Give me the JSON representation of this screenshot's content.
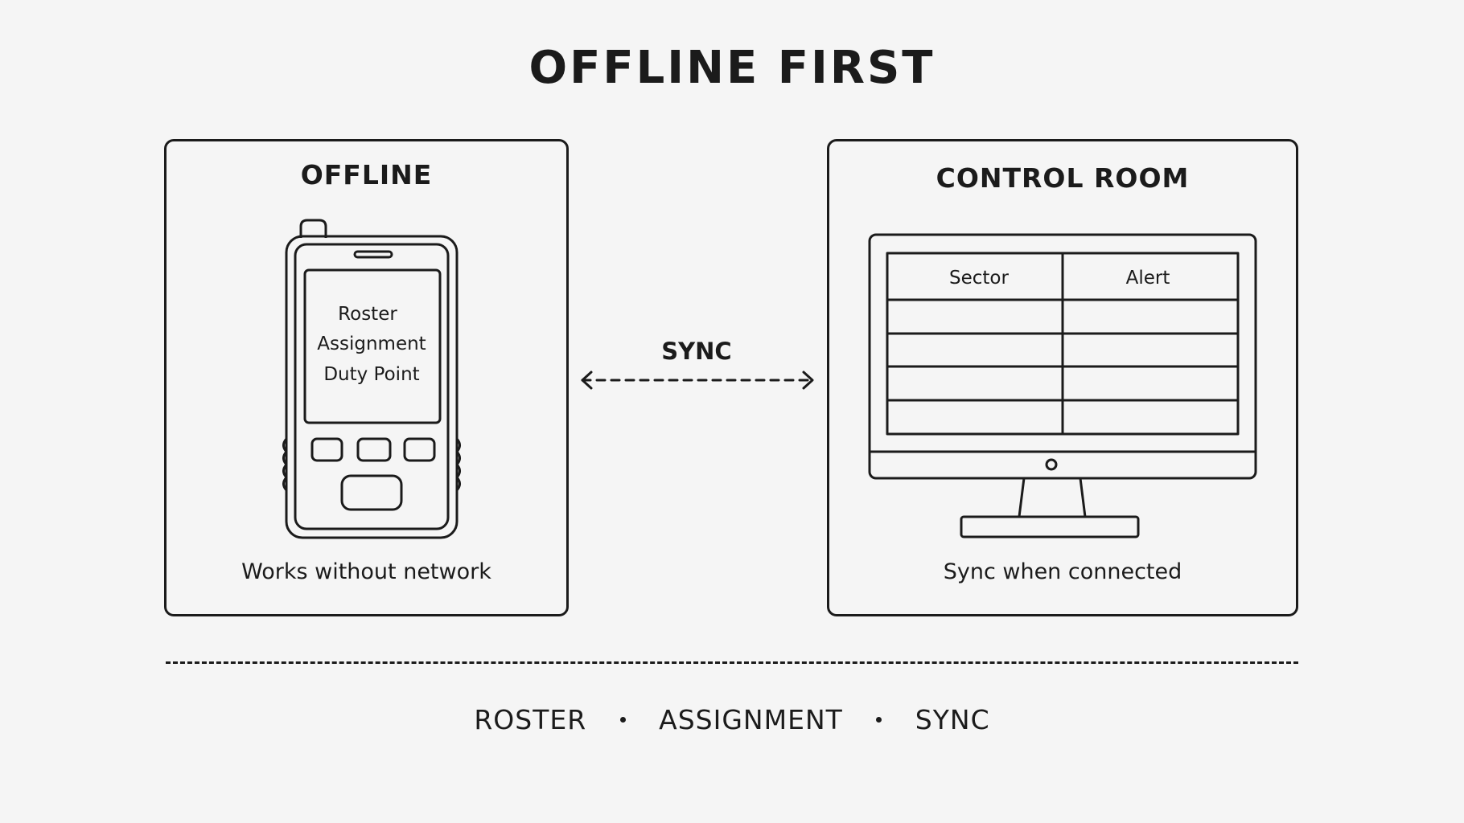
{
  "title": "OFFLINE FIRST",
  "offline_panel": {
    "title": "OFFLINE",
    "screen_lines": [
      "Roster",
      "Assignment",
      "Duty Point"
    ],
    "caption": "Works without network",
    "device_icon": "handheld-radio-icon"
  },
  "control_panel": {
    "title": "CONTROL ROOM",
    "table_headers": [
      "Sector",
      "Alert"
    ],
    "empty_rows": 4,
    "caption": "Sync when connected",
    "device_icon": "monitor-icon"
  },
  "connector": {
    "label": "SYNC",
    "icon": "bidirectional-dashed-arrow-icon"
  },
  "footer": {
    "items": [
      "ROSTER",
      "ASSIGNMENT",
      "SYNC"
    ]
  },
  "colors": {
    "ink": "#1b1b1b",
    "background": "#f5f5f5"
  }
}
